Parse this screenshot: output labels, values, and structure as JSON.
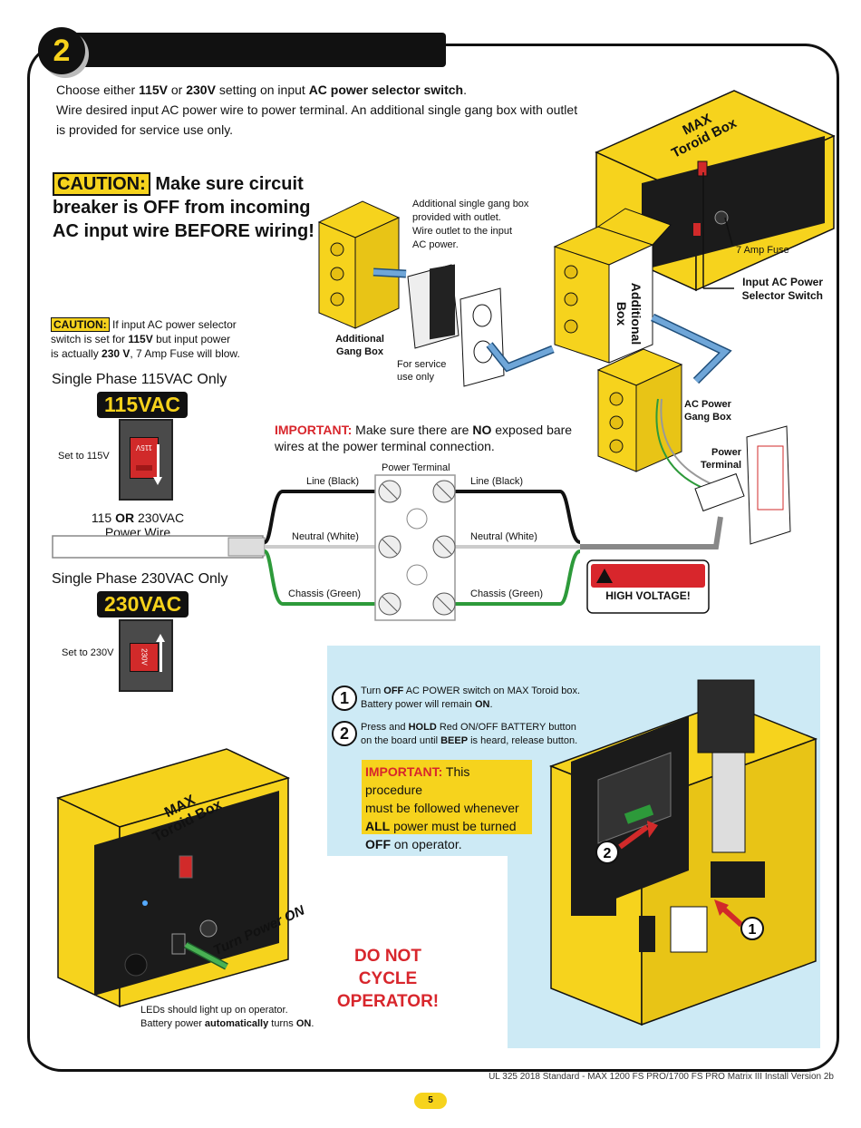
{
  "step": {
    "number": "2"
  },
  "intro": {
    "l1_a": "Choose either ",
    "l1_b": "115V",
    "l1_c": " or ",
    "l1_d": "230V",
    "l1_e": " setting on input ",
    "l1_f": "AC power selector switch",
    "l1_g": ".",
    "l2": "Wire desired input AC power wire to power terminal. An additional single gang box with outlet",
    "l3": "is provided for service use only."
  },
  "caution_main": {
    "label": "CAUTION:",
    "text1": " Make sure circuit",
    "text2": "breaker is OFF from incoming",
    "text3": "AC input wire BEFORE wiring!"
  },
  "caution_small": {
    "label": "CAUTION:",
    "t1": " If input AC power selector",
    "t2": "switch is set for ",
    "t3": "115V",
    "t4": " but input power",
    "t5": "is actually ",
    "t6": "230 V",
    "t7": ", 7 Amp Fuse will blow."
  },
  "single_115": {
    "title": "Single Phase 115VAC Only",
    "badge": "115VAC",
    "set_label": "Set to 115V",
    "switch_text": "115V"
  },
  "single_230": {
    "title": "Single Phase 230VAC Only",
    "badge": "230VAC",
    "set_label": "Set to 230V",
    "switch_text": "230V"
  },
  "power_wire": {
    "l1_a": "115 ",
    "l1_b": "OR",
    "l1_c": " 230VAC",
    "l2": "Power Wire"
  },
  "gang_box": {
    "note1": "Additional single gang box",
    "note2": "provided with outlet.",
    "note3": "Wire outlet to the input",
    "note4": "AC power.",
    "additional_label1": "Additional",
    "additional_label2": "Gang Box",
    "service1": "For service",
    "service2": "use only",
    "box_label": "Additional Box"
  },
  "toroid_top": {
    "title1": "MAX",
    "title2": "Toroid Box",
    "fuse": "7 Amp Fuse",
    "selector1": "Input AC Power",
    "selector2": "Selector Switch",
    "ac_gang1": "AC Power",
    "ac_gang2": "Gang Box",
    "pterm1": "Power",
    "pterm2": "Terminal"
  },
  "important_mid": {
    "label": "IMPORTANT:",
    "t1": " Make sure there are ",
    "t2": "NO",
    "t3": " exposed bare",
    "t4": "wires at the power terminal connection."
  },
  "terminal": {
    "title": "Power Terminal",
    "line_l": "Line (Black)",
    "line_r": "Line (Black)",
    "neutral_l": "Neutral (White)",
    "neutral_r": "Neutral (White)",
    "chassis_l": "Chassis (Green)",
    "chassis_r": "Chassis (Green)"
  },
  "high_voltage": "HIGH VOLTAGE!",
  "steps": {
    "s1_num": "1",
    "s1_a": "Turn ",
    "s1_b": "OFF",
    "s1_c": " AC POWER switch on MAX Toroid box.",
    "s1_d": "Battery power will remain ",
    "s1_e": "ON",
    "s1_f": ".",
    "s2_num": "2",
    "s2_a": "Press and ",
    "s2_b": "HOLD",
    "s2_c": " Red ON/OFF BATTERY button",
    "s2_d": "on the board until ",
    "s2_e": "BEEP",
    "s2_f": " is heard, release button."
  },
  "important_yellow": {
    "label": "IMPORTANT:",
    "t1": " This procedure",
    "t2": "must be followed whenever",
    "t3": "ALL",
    "t4": " power must be turned",
    "t5": "OFF",
    "t6": " on operator."
  },
  "toroid_bottom": {
    "title1": "MAX",
    "title2": "Toroid Box",
    "turn_on": "Turn Power ON"
  },
  "leds": {
    "l1": "LEDs should light up on operator.",
    "l2a": "Battery power ",
    "l2b": "automatically",
    "l2c": " turns ",
    "l2d": "ON",
    "l2e": "."
  },
  "do_not": {
    "l1": "DO NOT",
    "l2": "CYCLE",
    "l3": "OPERATOR!"
  },
  "footer": {
    "text": "UL 325 2018 Standard - MAX 1200 FS PRO/1700 FS PRO Matrix III Install Version 2b",
    "page": "5"
  },
  "colors": {
    "yellow": "#f6d31d",
    "red": "#d8262c",
    "blue_panel": "#cdeaf5",
    "wire_green": "#2d9a3a",
    "wire_blue": "#6fa6d8"
  }
}
